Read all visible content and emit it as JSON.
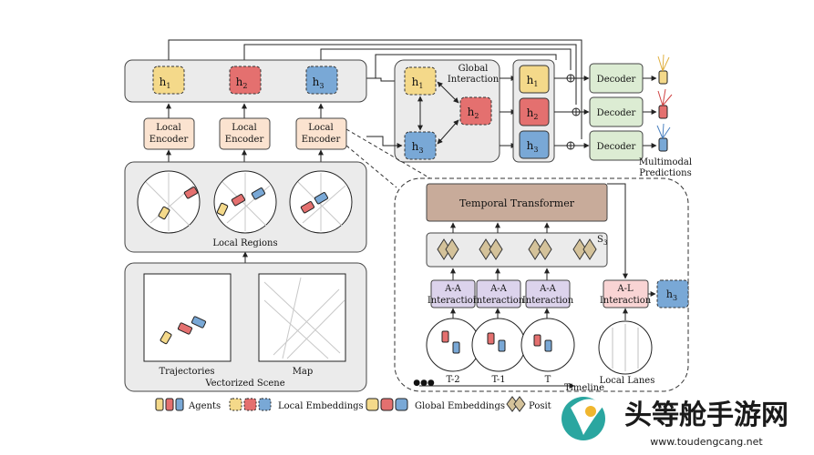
{
  "nodes": {
    "h1": "h",
    "h1_sub": "1",
    "h2": "h",
    "h2_sub": "2",
    "h3": "h",
    "h3_sub": "3",
    "local_encoder": "Local Encoder",
    "local_encoder_l1": "Local",
    "local_encoder_l2": "Encoder",
    "local_regions": "Local Regions",
    "trajectories": "Trajectories",
    "map": "Map",
    "vectorized_scene": "Vectorized Scene",
    "global_interaction_l1": "Global",
    "global_interaction_l2": "Interaction",
    "decoder": "Decoder",
    "multimodal_l1": "Multimodal",
    "multimodal_l2": "Predictions",
    "temporal_transformer": "Temporal Transformer",
    "s3": "S",
    "s3_sub": "3",
    "aa_l1": "A-A",
    "aa_l2": "Interaction",
    "al_l1": "A-L",
    "al_l2": "Interaction",
    "t2": "T-2",
    "t1": "T-1",
    "t": "T",
    "timeline": "Timeline",
    "local_lanes": "Local Lanes",
    "dots": "●●●"
  },
  "legend": {
    "agents": "Agents",
    "local_embeddings": "Local Embeddings",
    "global_embeddings": "Global Embeddings",
    "positional": "Positio"
  },
  "watermark": {
    "title": "头等舱手游网",
    "url": "www.toudengcang.net"
  },
  "colors": {
    "yellow": "#f4d98a",
    "red": "#e4706f",
    "blue": "#79a8d6",
    "encoder": "#fbe3d0",
    "decoder": "#dcecd3",
    "interaction": "#dcd3ec",
    "al": "#f9d4d4",
    "transformer": "#c8ab9a",
    "positional": "#d4c29a",
    "panel": "#ebebeb"
  }
}
